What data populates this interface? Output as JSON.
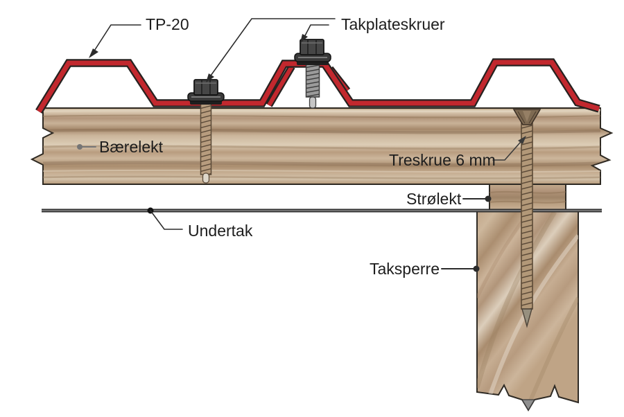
{
  "labels": {
    "roof_sheet": "TP-20",
    "roof_screws": "Takplateskruer",
    "bearing_batten": "Bærelekt",
    "wood_screw": "Treskrue 6 mm",
    "spacer_batten": "Strølekt",
    "underlay": "Undertak",
    "rafter": "Taksperre"
  },
  "colors": {
    "sheet_red": "#c2282e",
    "outline_dark": "#262220",
    "wood_mid": "#c8b096",
    "wood_dark": "#a5886b",
    "wood_light": "#dccdb6",
    "metal_dark": "#464646",
    "metal_mid": "#9b9b9b",
    "thread_tan": "#b29878",
    "underlay_line": "#2f2f2f",
    "text": "#1d1d1d",
    "background": "#ffffff"
  }
}
